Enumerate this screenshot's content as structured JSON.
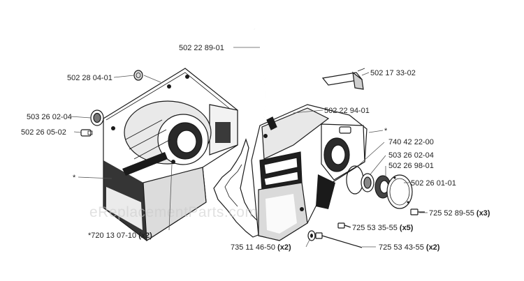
{
  "watermark": "eReplacementParts.com",
  "parts": [
    {
      "id": "p1",
      "number": "502 22 89-01"
    },
    {
      "id": "p2",
      "number": "502 28 04-01"
    },
    {
      "id": "p3",
      "number": "502 17 33-02"
    },
    {
      "id": "p4",
      "number": "503 26 02-04"
    },
    {
      "id": "p5",
      "number": "502 22 94-01"
    },
    {
      "id": "p6",
      "number": "502 26 05-02"
    },
    {
      "id": "p7",
      "number": "*"
    },
    {
      "id": "p8",
      "number": "740 42 22-00"
    },
    {
      "id": "p9",
      "number": "503 26 02-04"
    },
    {
      "id": "p10",
      "number": "502 26 98-01"
    },
    {
      "id": "p11",
      "number": "*"
    },
    {
      "id": "p12",
      "number": "502 26 01-01"
    },
    {
      "id": "p13",
      "number": "725 52 89-55",
      "qty": "(x3)"
    },
    {
      "id": "p14",
      "number": "725 53 35-55",
      "qty": "(x5)"
    },
    {
      "id": "p15",
      "number": "*720 13 07-10",
      "qty": "(x2)"
    },
    {
      "id": "p16",
      "number": "735 11 46-50",
      "qty": "(x2)"
    },
    {
      "id": "p17",
      "number": "725 53 43-55",
      "qty": "(x2)"
    }
  ]
}
